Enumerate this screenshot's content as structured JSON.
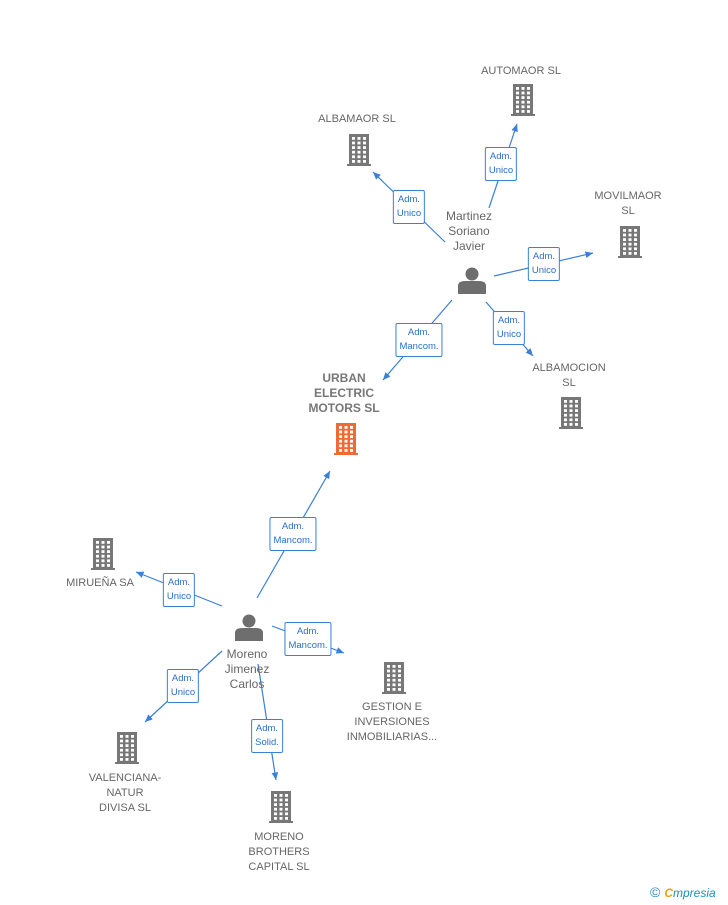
{
  "colors": {
    "edge": "#3a80d8",
    "building": "#777777",
    "main_building": "#f06a35",
    "person": "#6e6e6e"
  },
  "nodes": [
    {
      "id": "automaor",
      "type": "company",
      "label": [
        "AUTOMAOR  SL"
      ]
    },
    {
      "id": "albamaor",
      "type": "company",
      "label": [
        "ALBAMAOR  SL"
      ]
    },
    {
      "id": "movilmaor",
      "type": "company",
      "label": [
        "MOVILMAOR",
        "SL"
      ]
    },
    {
      "id": "albamocion",
      "type": "company",
      "label": [
        "ALBAMOCION",
        "SL"
      ]
    },
    {
      "id": "urban",
      "type": "company",
      "main": true,
      "label": [
        "URBAN",
        "ELECTRIC",
        "MOTORS  SL"
      ]
    },
    {
      "id": "martinez",
      "type": "person",
      "label": [
        "Martinez",
        "Soriano",
        "Javier"
      ]
    },
    {
      "id": "moreno",
      "type": "person",
      "label": [
        "Moreno",
        "Jimenez",
        "Carlos"
      ]
    },
    {
      "id": "mirue",
      "type": "company",
      "label": [
        "MIRUEÑA SA"
      ]
    },
    {
      "id": "gestion",
      "type": "company",
      "label": [
        "GESTION E",
        "INVERSIONES",
        "INMOBILIARIAS..."
      ]
    },
    {
      "id": "valenciana",
      "type": "company",
      "label": [
        "VALENCIANA-",
        "NATUR",
        "DIVISA SL"
      ]
    },
    {
      "id": "brothers",
      "type": "company",
      "label": [
        "MORENO",
        "BROTHERS",
        "CAPITAL  SL"
      ]
    }
  ],
  "edges": [
    {
      "from": "martinez",
      "to": "automaor",
      "label": [
        "Adm.",
        "Unico"
      ]
    },
    {
      "from": "martinez",
      "to": "albamaor",
      "label": [
        "Adm.",
        "Unico"
      ]
    },
    {
      "from": "martinez",
      "to": "movilmaor",
      "label": [
        "Adm.",
        "Unico"
      ]
    },
    {
      "from": "martinez",
      "to": "albamocion",
      "label": [
        "Adm.",
        "Unico"
      ]
    },
    {
      "from": "martinez",
      "to": "urban",
      "label": [
        "Adm.",
        "Mancom."
      ]
    },
    {
      "from": "moreno",
      "to": "urban",
      "label": [
        "Adm.",
        "Mancom."
      ]
    },
    {
      "from": "moreno",
      "to": "mirue",
      "label": [
        "Adm.",
        "Unico"
      ]
    },
    {
      "from": "moreno",
      "to": "gestion",
      "label": [
        "Adm.",
        "Mancom."
      ]
    },
    {
      "from": "moreno",
      "to": "valenciana",
      "label": [
        "Adm.",
        "Unico"
      ]
    },
    {
      "from": "moreno",
      "to": "brothers",
      "label": [
        "Adm.",
        "Solid."
      ]
    }
  ],
  "footer": {
    "copyright": "©",
    "brand_initial": "C",
    "brand_rest": "mpresia"
  }
}
